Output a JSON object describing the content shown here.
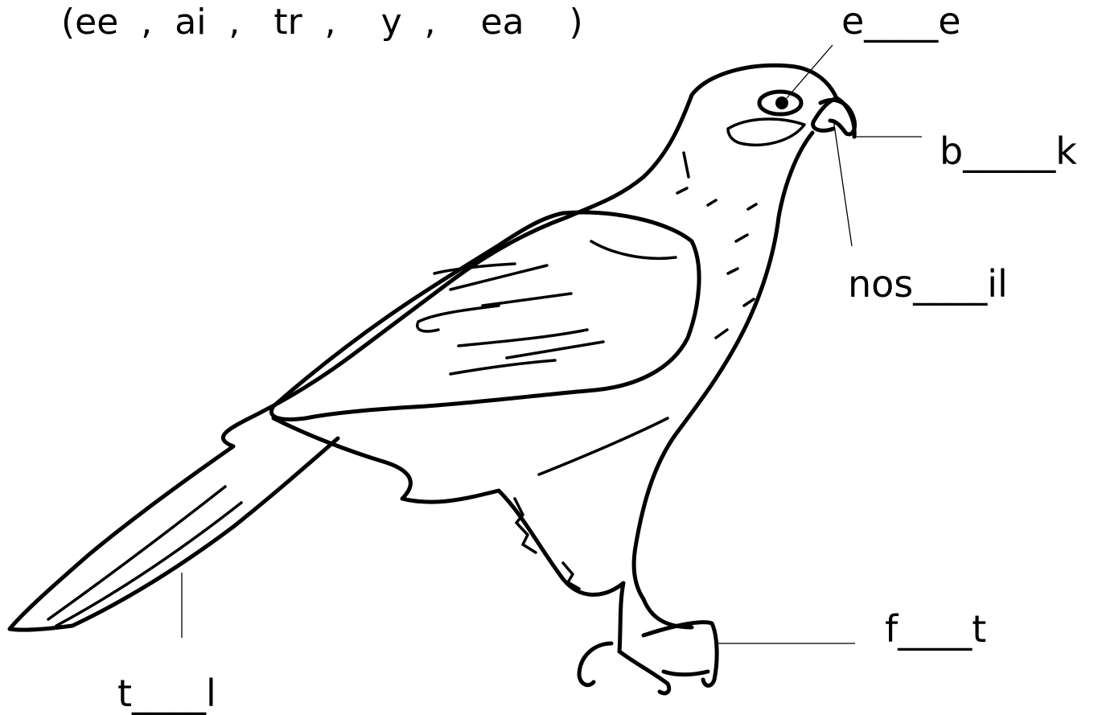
{
  "worksheet": {
    "word_bank": "(ee  ,  ai  ,   tr  ,    y  ,    ea    )",
    "labels": {
      "eye": "e____e",
      "beak": "b_____k",
      "nostril": "nos____il",
      "feet": "f____t",
      "tail": "t____l"
    },
    "illustration": "hawk-drawing"
  }
}
